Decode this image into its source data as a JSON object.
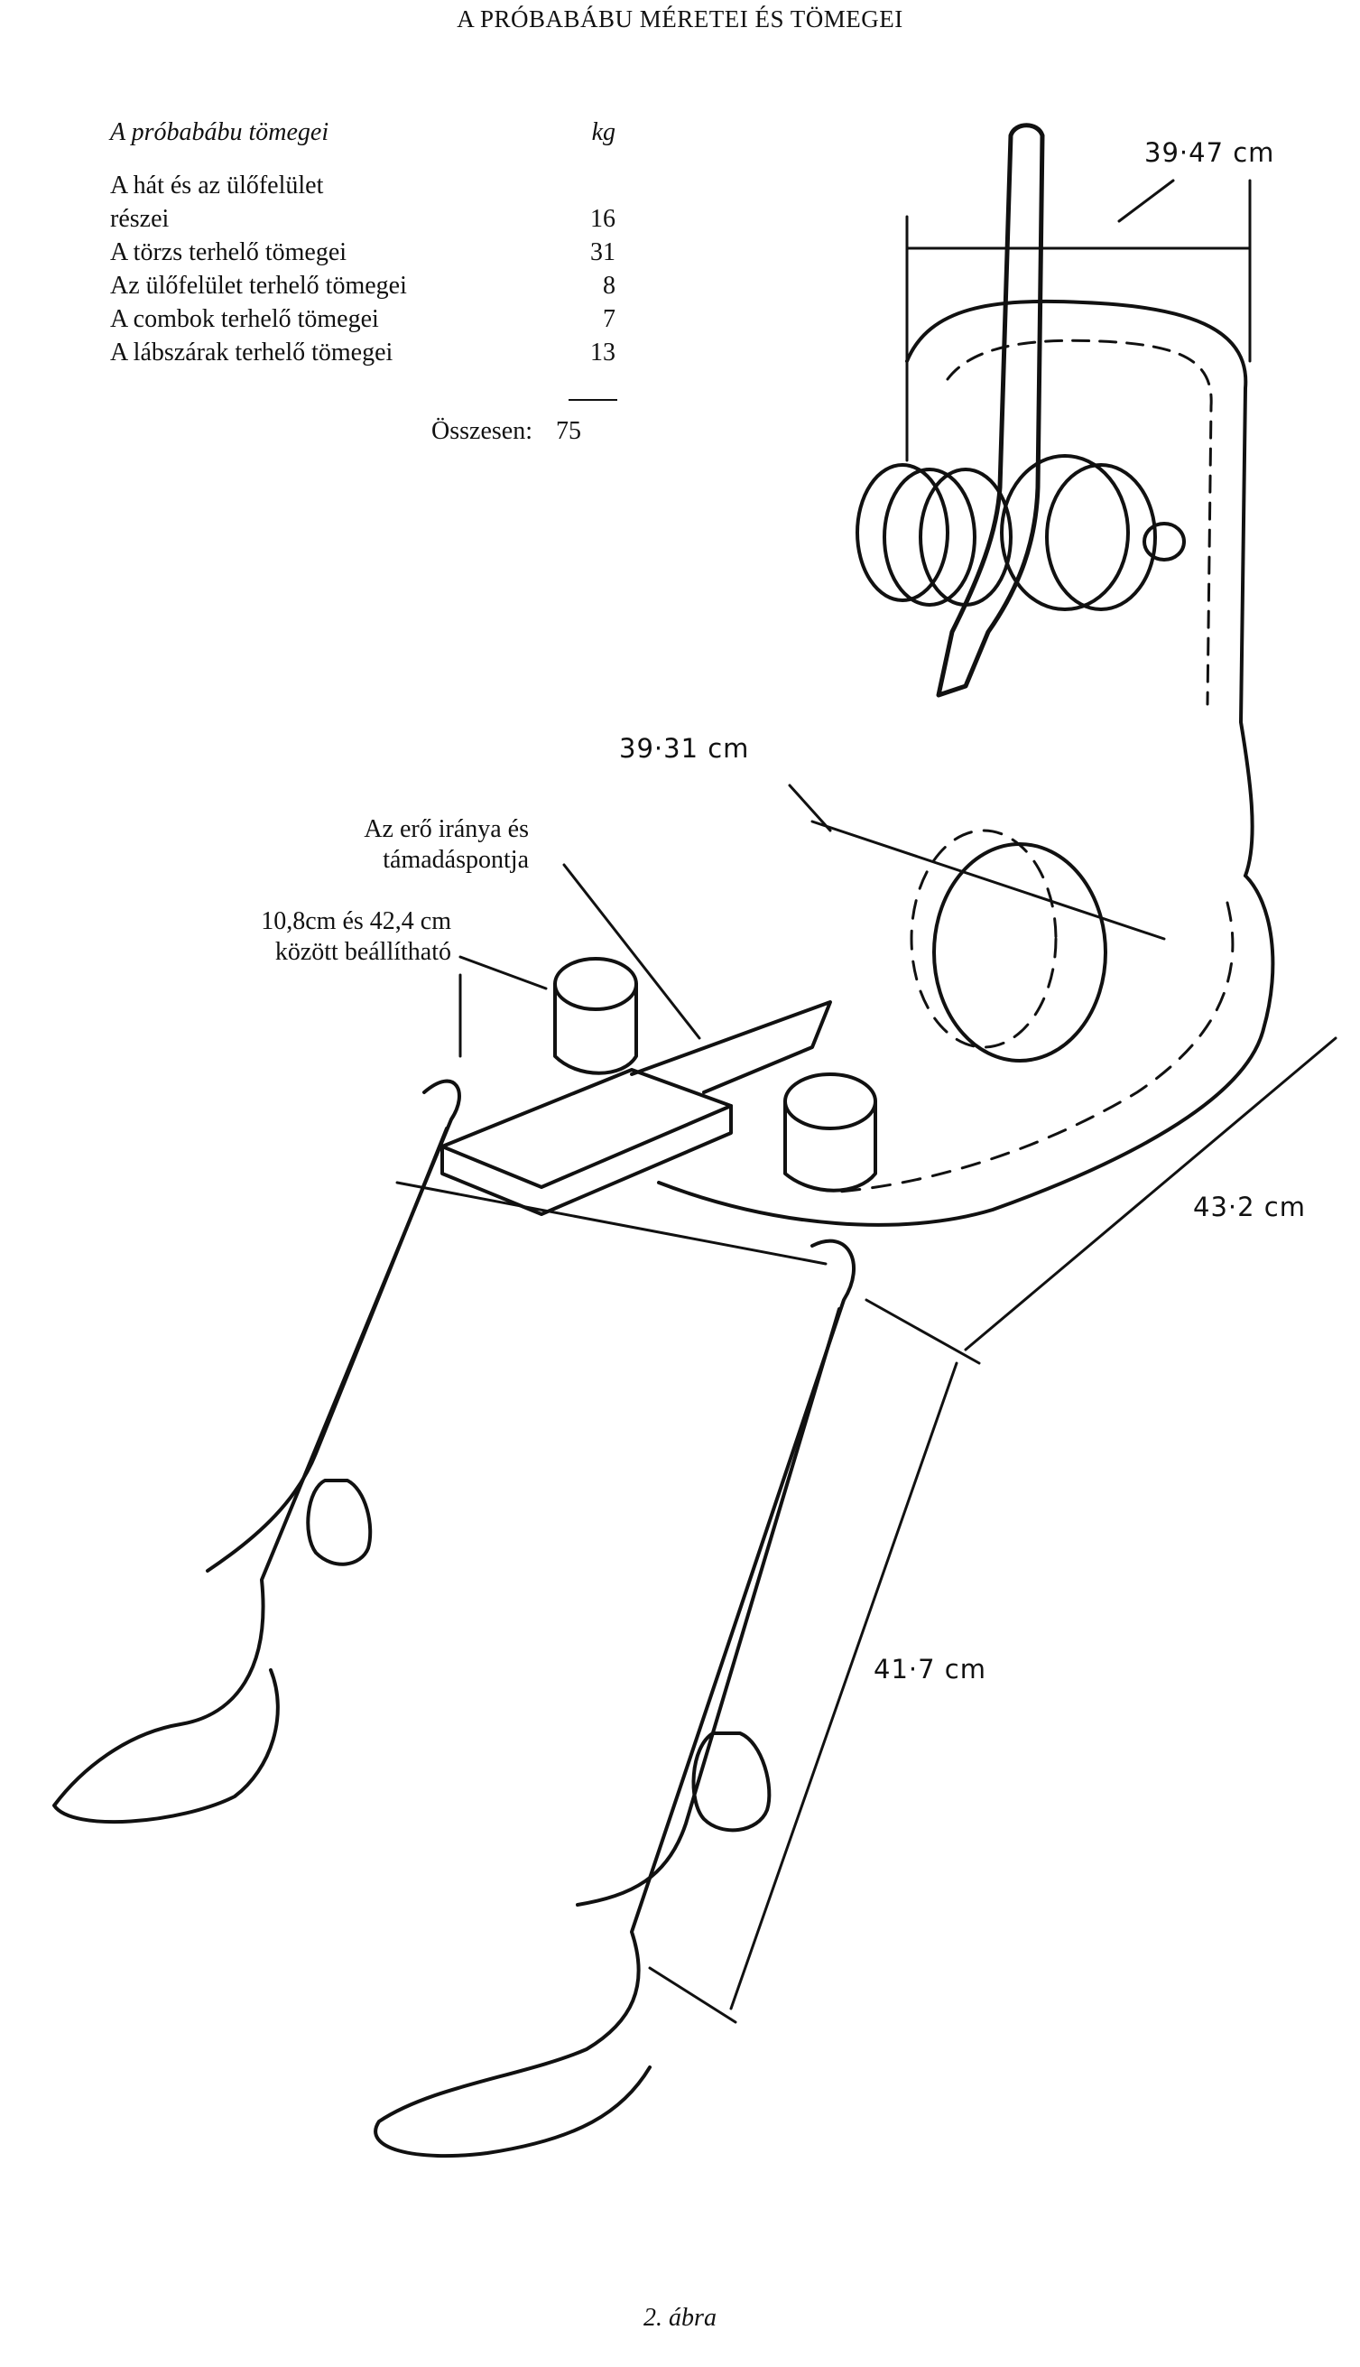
{
  "running_head": "A PRÓBABÁBU MÉRETEI ÉS TÖMEGEI",
  "table": {
    "header_label": "A próbabábu tömegei",
    "header_unit": "kg",
    "rows": [
      {
        "label": "A hát és az ülőfelület",
        "value": ""
      },
      {
        "label": "részei",
        "value": "16"
      },
      {
        "label": "A törzs terhelő tömegei",
        "value": "31"
      },
      {
        "label": "Az ülőfelület terhelő tömegei",
        "value": "8"
      },
      {
        "label": "A combok terhelő tömegei",
        "value": "7"
      },
      {
        "label": "A lábszárak terhelő tömegei",
        "value": "13"
      }
    ],
    "total_label": "Összesen:",
    "total_value": "75"
  },
  "dimensions": {
    "back_width": "39·47 cm",
    "hip_width": "39·31 cm",
    "seat_depth": "43·2 cm",
    "leg_length": "41·7 cm"
  },
  "annotations": {
    "force_line1": "Az erő iránya és",
    "force_line2": "támadáspontja",
    "adjust_line1": "10,8cm és 42,4 cm",
    "adjust_line2": "között beállítható"
  },
  "caption": "2. ábra"
}
